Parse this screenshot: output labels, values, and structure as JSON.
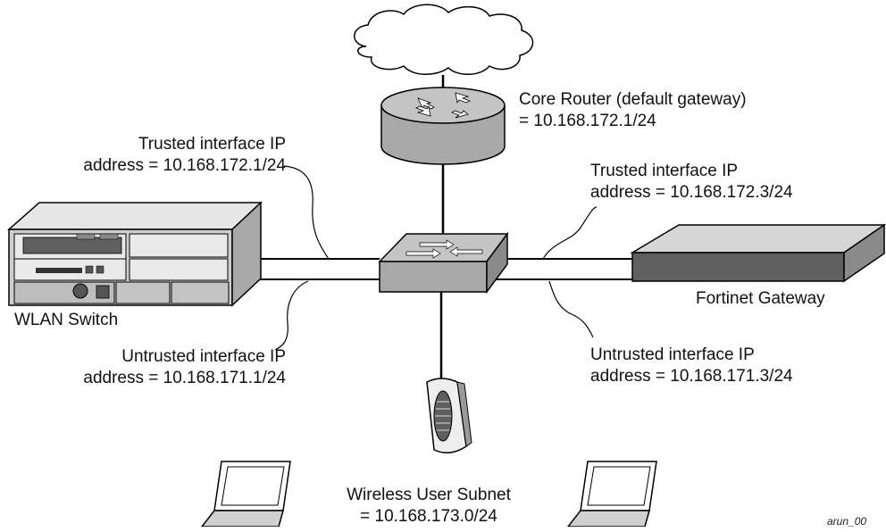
{
  "labels": {
    "core_router": [
      "Core Router (default gateway)",
      "= 10.168.172.1/24"
    ],
    "wlan_trusted": [
      "Trusted interface IP",
      "address = 10.168.172.1/24"
    ],
    "wlan_switch": "WLAN Switch",
    "wlan_untrusted": [
      "Untrusted interface IP",
      "address = 10.168.171.1/24"
    ],
    "fortinet_trusted": [
      "Trusted interface IP",
      "address = 10.168.172.3/24"
    ],
    "fortinet_gateway": "Fortinet Gateway",
    "fortinet_untrusted": [
      "Untrusted interface IP",
      "address = 10.168.171.3/24"
    ],
    "wireless_subnet": [
      "Wireless User Subnet",
      "= 10.168.173.0/24"
    ],
    "footer": "arun_00"
  },
  "colors": {
    "device_gray": "#a9a9a9",
    "device_dark": "#5f5f5f",
    "line": "#000000"
  }
}
